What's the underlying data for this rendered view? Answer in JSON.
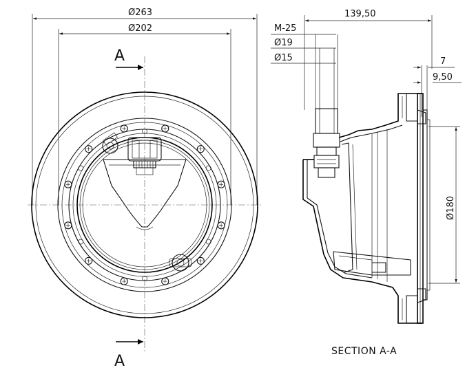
{
  "drawing": {
    "front_view": {
      "dim_outer_diameter": "Ø263",
      "dim_inner_diameter": "Ø202",
      "section_marker_top": "A",
      "section_marker_bottom": "A"
    },
    "side_view": {
      "dim_overall_depth": "139,50",
      "dim_thread": "M-25",
      "dim_pipe_19": "Ø19",
      "dim_pipe_15": "Ø15",
      "dim_flange_7": "7",
      "dim_flange_950": "9,50",
      "dim_lens_180": "Ø180",
      "caption": "SECTION A-A"
    }
  }
}
